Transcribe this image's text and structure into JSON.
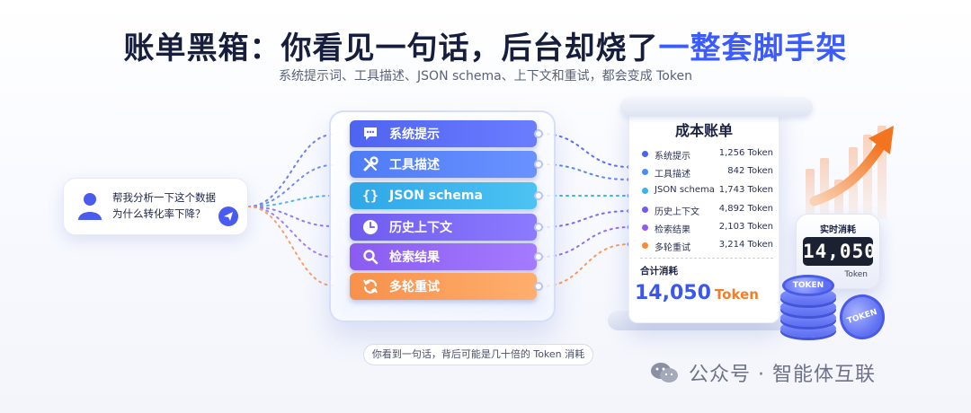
{
  "header": {
    "title_main": "账单黑箱：你看见一句话，后台却烧了",
    "title_highlight": "一整套脚手架",
    "subtitle": "系统提示词、工具描述、JSON schema、上下文和重试，都会变成 Token"
  },
  "user_message": {
    "text_line1": "帮我分析一下这个数据",
    "text_line2": "为什么转化率下降？",
    "avatar_icon": "user-icon",
    "send_icon": "send-icon"
  },
  "layers": [
    {
      "label": "系统提示",
      "icon": "chat-bubble-icon",
      "color": "#5a6ff6"
    },
    {
      "label": "工具描述",
      "icon": "tools-icon",
      "color": "#5886f8"
    },
    {
      "label": "JSON schema",
      "icon": "braces-icon",
      "color": "#3bb4ec"
    },
    {
      "label": "历史上下文",
      "icon": "clock-icon",
      "color": "#7c6bf6"
    },
    {
      "label": "检索结果",
      "icon": "search-icon",
      "color": "#976cf6"
    },
    {
      "label": "多轮重试",
      "icon": "refresh-icon",
      "color": "#f99c5a"
    }
  ],
  "caption": "你看到一句话，背后可能是几十倍的 Token 消耗",
  "receipt": {
    "title": "成本账单",
    "items": [
      {
        "name": "系统提示",
        "value": "1,256 Token",
        "color": "#4a63f0"
      },
      {
        "name": "工具描述",
        "value": "842 Token",
        "color": "#4e8af5"
      },
      {
        "name": "JSON schema",
        "value": "1,743 Token",
        "color": "#37b5ea"
      },
      {
        "name": "历史上下文",
        "value": "4,892 Token",
        "color": "#6f5cf0"
      },
      {
        "name": "检索结果",
        "value": "2,103 Token",
        "color": "#8f5cf0"
      },
      {
        "name": "多轮重试",
        "value": "3,214 Token",
        "color": "#f58a3c"
      }
    ],
    "total_label": "合计消耗",
    "total_value": "14,050",
    "total_unit": "Token"
  },
  "counter": {
    "label": "实时消耗",
    "value": "14,050",
    "unit": "Token"
  },
  "coins": {
    "label": "TOKEN"
  },
  "watermark": {
    "text": "公众号 · 智能体互联",
    "icon": "wechat-icon"
  }
}
